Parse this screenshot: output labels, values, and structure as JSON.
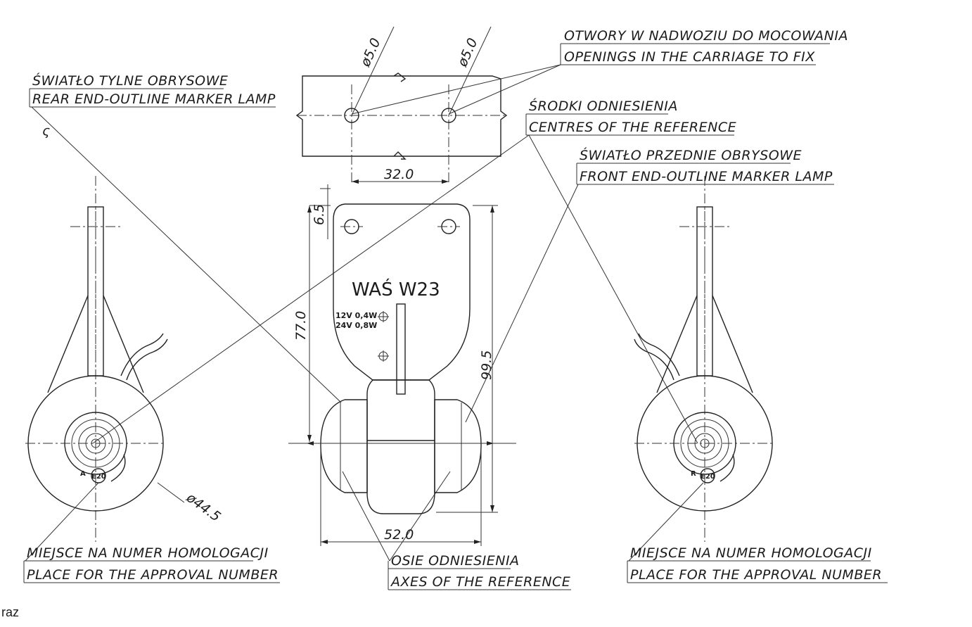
{
  "labels": {
    "rear_lamp_pl": "ŚWIATŁO TYLNE OBRYSOWE",
    "rear_lamp_en": "REAR END-OUTLINE MARKER LAMP",
    "openings_pl": "OTWORY W NADWOZIU DO MOCOWANIA",
    "openings_en": "OPENINGS IN THE CARRIAGE TO FIX",
    "centres_pl": "ŚRODKI ODNIESIENIA",
    "centres_en": "CENTRES OF THE REFERENCE",
    "front_lamp_pl": "ŚWIATŁO PRZEDNIE OBRYSOWE",
    "front_lamp_en": "FRONT END-OUTLINE MARKER LAMP",
    "approval_left_pl": "MIEJSCE NA NUMER HOMOLOGACJI",
    "approval_left_en": "PLACE FOR THE APPROVAL NUMBER",
    "axes_pl": "OSIE ODNIESIENIA",
    "axes_en": "AXES OF THE REFERENCE",
    "approval_right_pl": "MIEJSCE NA NUMER HOMOLOGACJI",
    "approval_right_en": "PLACE FOR THE APPROVAL NUMBER"
  },
  "dimensions": {
    "hole_dia_1": "ø5.0",
    "hole_dia_2": "ø5.0",
    "hole_spacing": "32.0",
    "top_offset": "6.5",
    "bracket_height": "77.0",
    "total_height": "99.5",
    "width": "52.0",
    "lens_dia": "ø44.5"
  },
  "product": {
    "name": "WAŚ W23",
    "rating_12v": "12V 0,4W",
    "rating_24v": "24V 0,8W",
    "approval_mark_left": "E20",
    "approval_mark_right": "E20",
    "approval_prefix_left": "A",
    "approval_prefix_right": "R"
  },
  "markers": {
    "side_mark": "ς"
  },
  "footer": {
    "text": "raz"
  }
}
